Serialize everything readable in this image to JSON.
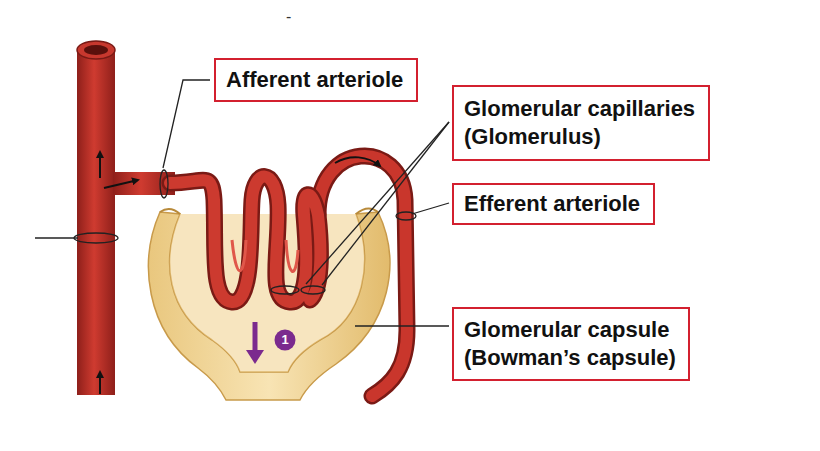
{
  "diagram": {
    "nodes": [
      {
        "text": [
          "Afferent arteriole"
        ]
      },
      {
        "text": [
          "Glomerular capillaries (Glomerulus)"
        ]
      },
      {
        "text": [
          "Efferent arteriole"
        ]
      },
      {
        "text": [
          "Glomerular capsule (Bowman’s capsule)"
        ]
      },
      {
        "text": [
          "1"
        ]
      }
    ],
    "labels": [
      "-"
    ]
  }
}
